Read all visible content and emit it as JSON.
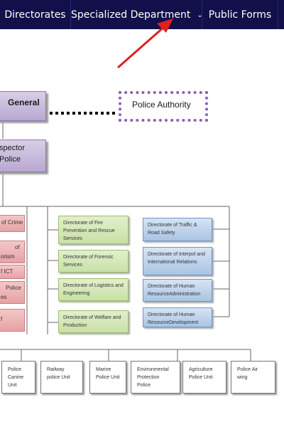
{
  "nav": {
    "items": [
      {
        "label": "Directorates"
      },
      {
        "label": "Specialized Department",
        "has_dropdown": true
      },
      {
        "label": "Public Forms"
      }
    ],
    "background": "#12104a"
  },
  "annotation": {
    "arrow_color": "#e02020"
  },
  "org_chart": {
    "top_box": "General",
    "authority_box": "Police Authority",
    "inspector_box": {
      "line1": "spector",
      "line2": "Police"
    },
    "left_partial": [
      "of Crime",
      "of",
      "orism",
      "f ICT",
      "Police",
      "es",
      "f"
    ],
    "green_boxes": [
      "Directorate of Fire Prevention and Rescue Services",
      "Directorate of Forensic Services",
      "Directorate of Logistics and Engineering",
      "Directorate of Welfare and Production"
    ],
    "blue_boxes": [
      "Directorate of Traffic & Road Safety",
      "Directorate of Interpol and International Relations",
      "Directorate of Human ResourceAdministration",
      "Directorate of Human ResourceDevelopment"
    ],
    "bottom_units": [
      "Police Canine Unit",
      "Railway police Unit",
      "Marine Police Unit",
      "Environmental Protection Police",
      "Agriculture Police Unit",
      "Police Air wing"
    ]
  }
}
